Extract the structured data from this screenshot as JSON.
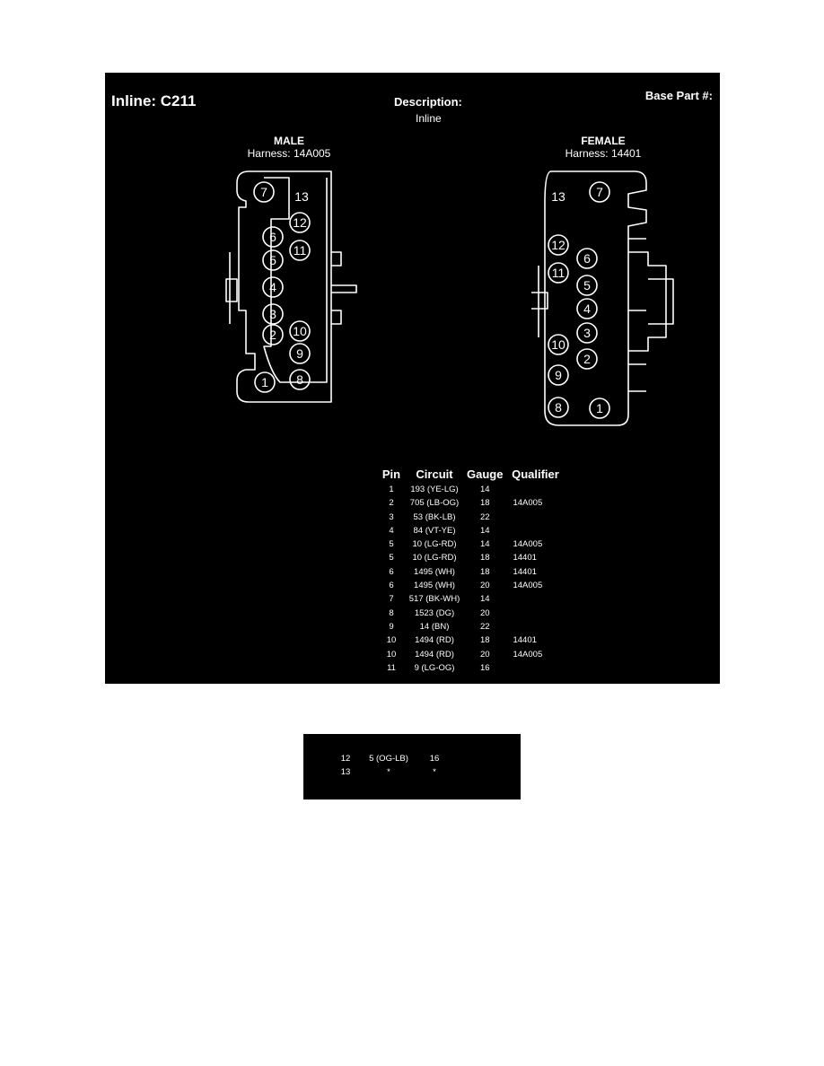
{
  "header": {
    "title": "Inline: C211",
    "description_label": "Description:",
    "description_value": "Inline",
    "base_part_label": "Base Part #:"
  },
  "male": {
    "gender": "MALE",
    "harness": "Harness: 14A005",
    "pins": [
      "1",
      "2",
      "3",
      "4",
      "5",
      "6",
      "7",
      "8",
      "9",
      "10",
      "11",
      "12",
      "13"
    ]
  },
  "female": {
    "gender": "FEMALE",
    "harness": "Harness: 14401",
    "pins": [
      "1",
      "2",
      "3",
      "4",
      "5",
      "6",
      "7",
      "8",
      "9",
      "10",
      "11",
      "12",
      "13"
    ]
  },
  "table": {
    "headers": [
      "Pin",
      "Circuit",
      "Gauge",
      "Qualifier"
    ],
    "rows": [
      {
        "pin": "1",
        "circuit": "193 (YE-LG)",
        "gauge": "14",
        "qualifier": ""
      },
      {
        "pin": "2",
        "circuit": "705 (LB-OG)",
        "gauge": "18",
        "qualifier": "14A005"
      },
      {
        "pin": "3",
        "circuit": "53 (BK-LB)",
        "gauge": "22",
        "qualifier": ""
      },
      {
        "pin": "4",
        "circuit": "84 (VT-YE)",
        "gauge": "14",
        "qualifier": ""
      },
      {
        "pin": "5",
        "circuit": "10 (LG-RD)",
        "gauge": "14",
        "qualifier": "14A005"
      },
      {
        "pin": "5",
        "circuit": "10 (LG-RD)",
        "gauge": "18",
        "qualifier": "14401"
      },
      {
        "pin": "6",
        "circuit": "1495 (WH)",
        "gauge": "18",
        "qualifier": "14401"
      },
      {
        "pin": "6",
        "circuit": "1495 (WH)",
        "gauge": "20",
        "qualifier": "14A005"
      },
      {
        "pin": "7",
        "circuit": "517 (BK-WH)",
        "gauge": "14",
        "qualifier": ""
      },
      {
        "pin": "8",
        "circuit": "1523 (DG)",
        "gauge": "20",
        "qualifier": ""
      },
      {
        "pin": "9",
        "circuit": "14 (BN)",
        "gauge": "22",
        "qualifier": ""
      },
      {
        "pin": "10",
        "circuit": "1494 (RD)",
        "gauge": "18",
        "qualifier": "14401"
      },
      {
        "pin": "10",
        "circuit": "1494 (RD)",
        "gauge": "20",
        "qualifier": "14A005"
      },
      {
        "pin": "11",
        "circuit": "9 (LG-OG)",
        "gauge": "16",
        "qualifier": ""
      }
    ],
    "continued_rows": [
      {
        "pin": "12",
        "circuit": "5 (OG-LB)",
        "gauge": "16",
        "qualifier": ""
      },
      {
        "pin": "13",
        "circuit": "*",
        "gauge": "*",
        "qualifier": ""
      }
    ]
  },
  "colors": {
    "panel_bg": "#000000",
    "foreground": "#ffffff",
    "page_bg": "#ffffff"
  }
}
